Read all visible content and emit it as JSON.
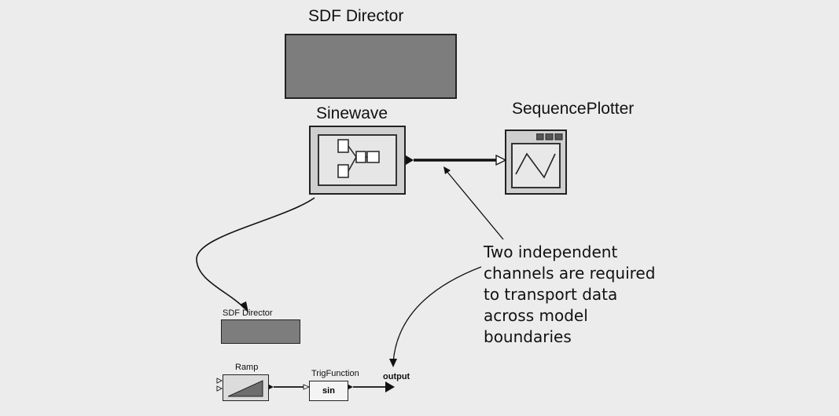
{
  "top_diagram": {
    "director_label": "SDF Director",
    "source_actor_label": "Sinewave",
    "sink_actor_label": "SequencePlotter"
  },
  "inner_diagram": {
    "director_label": "SDF Director",
    "ramp_label": "Ramp",
    "trig_label": "TrigFunction",
    "trig_text": "sin",
    "output_label": "output"
  },
  "annotation": {
    "lines": [
      "Two independent",
      "channels are required",
      "to transport data",
      "across model",
      "boundaries"
    ]
  },
  "colors": {
    "director_fill": "#7d7d7d",
    "actor_fill": "#cfcfcf",
    "background": "#ececec"
  }
}
